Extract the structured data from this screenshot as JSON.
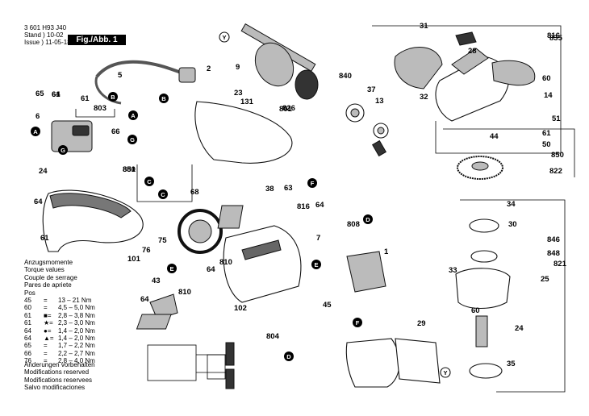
{
  "header": {
    "code": "3 601 H93 J40",
    "stand_label": "Stand",
    "issue_label": "Issue",
    "stand_date": "10-02",
    "issue_date": "11-05-18",
    "figure_badge": "Fig./Abb. 1"
  },
  "torque_table": {
    "titles": [
      "Anzugsmomente",
      "Torque values",
      "Couple de serrage",
      "Pares de apriete"
    ],
    "pos_label": "Pos",
    "rows": [
      {
        "pos": "45",
        "sym": "=",
        "range": "13 – 21 Nm"
      },
      {
        "pos": "60",
        "sym": "=",
        "range": "4,5 – 5,0 Nm"
      },
      {
        "pos": "61",
        "sym": "■=",
        "range": "2,8 – 3,8 Nm"
      },
      {
        "pos": "61",
        "sym": "★=",
        "range": "2,3 – 3,0 Nm"
      },
      {
        "pos": "64",
        "sym": "●=",
        "range": "1,4 – 2,0 Nm"
      },
      {
        "pos": "64",
        "sym": "▲=",
        "range": "1,4 – 2,0 Nm"
      },
      {
        "pos": "65",
        "sym": "=",
        "range": "1,7 – 2,2 Nm"
      },
      {
        "pos": "66",
        "sym": "=",
        "range": "2,2 – 2,7 Nm"
      },
      {
        "pos": "76",
        "sym": "=",
        "range": "2,8 – 4,0 Nm"
      }
    ]
  },
  "modifications": [
    "Änderungen vorbehalten",
    "Modifications reserved",
    "Modifications reservees",
    "Salvo modificaciones"
  ],
  "parts": [
    "1",
    "2",
    "5",
    "6",
    "7",
    "9",
    "13",
    "14",
    "23",
    "24",
    "24",
    "25",
    "28",
    "29",
    "30",
    "31",
    "32",
    "33",
    "34",
    "35",
    "37",
    "38",
    "43",
    "44",
    "45",
    "50",
    "51",
    "60",
    "60",
    "61",
    "61",
    "61",
    "61",
    "63",
    "64",
    "64",
    "64",
    "64",
    "64",
    "65",
    "66",
    "68",
    "75",
    "76",
    "101",
    "102",
    "131",
    "801",
    "803",
    "804",
    "808",
    "810",
    "810",
    "816",
    "816",
    "821",
    "822",
    "826",
    "835",
    "840",
    "846",
    "848",
    "850",
    "851",
    "880"
  ],
  "connectors": [
    "A",
    "A",
    "B",
    "B",
    "C",
    "C",
    "D",
    "D",
    "E",
    "E",
    "F",
    "F",
    "G",
    "G",
    "Y",
    "Y"
  ]
}
